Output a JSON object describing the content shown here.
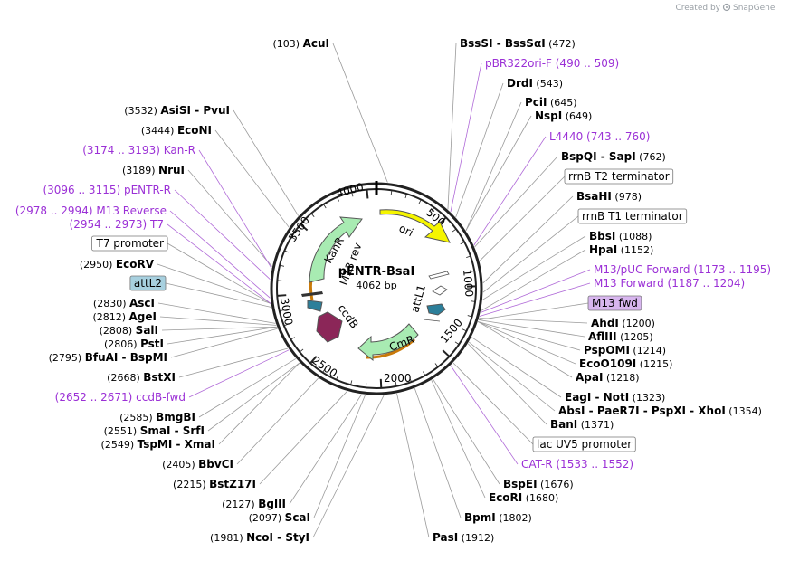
{
  "credit": {
    "text": "Created by",
    "brand": "SnapGene"
  },
  "plasmid": {
    "name": "pENTR-BsaI",
    "size_label": "4062 bp"
  },
  "ticks": [
    "500",
    "1000",
    "1500",
    "2000",
    "2500",
    "3000",
    "3500",
    "4000"
  ],
  "features": [
    {
      "name": "ori",
      "color": "#f5f500"
    },
    {
      "name": "KanR",
      "color": "#a8ebb2"
    },
    {
      "name": "CmR",
      "color": "#a8ebb2"
    },
    {
      "name": "ccdB",
      "color": "#8b2658"
    },
    {
      "name": "attL1",
      "color": "#2c7f9a"
    },
    {
      "name": "attL2",
      "color": "#2c7f9a"
    },
    {
      "name": "M13 rev",
      "color": "#000000"
    }
  ],
  "labels": [
    {
      "name": "AcuI",
      "pos": "(103)"
    },
    {
      "name": "BssSI  - BssSαI",
      "pos": "(472)"
    },
    {
      "name": "pBR322ori-F",
      "pos": "(490 .. 509)"
    },
    {
      "name": "DrdI",
      "pos": "(543)"
    },
    {
      "name": "PciI",
      "pos": "(645)"
    },
    {
      "name": "NspI",
      "pos": "(649)"
    },
    {
      "name": "L4440",
      "pos": "(743 .. 760)"
    },
    {
      "name": "BspQI  - SapI",
      "pos": "(762)"
    },
    {
      "name": "rrnB T2 terminator",
      "pos": ""
    },
    {
      "name": "BsaHI",
      "pos": "(978)"
    },
    {
      "name": "rrnB T1 terminator",
      "pos": ""
    },
    {
      "name": "BbsI",
      "pos": "(1088)"
    },
    {
      "name": "HpaI",
      "pos": "(1152)"
    },
    {
      "name": "M13/pUC Forward",
      "pos": "(1173 .. 1195)"
    },
    {
      "name": "M13 Forward",
      "pos": "(1187 .. 1204)"
    },
    {
      "name": "M13 fwd",
      "pos": ""
    },
    {
      "name": "AhdI",
      "pos": "(1200)"
    },
    {
      "name": "AflIII",
      "pos": "(1205)"
    },
    {
      "name": "PspOMI",
      "pos": "(1214)"
    },
    {
      "name": "EcoO109I",
      "pos": "(1215)"
    },
    {
      "name": "ApaI",
      "pos": "(1218)"
    },
    {
      "name": "EagI  - NotI",
      "pos": "(1323)"
    },
    {
      "name": "AbsI  - PaeR7I  - PspXI  - XhoI",
      "pos": "(1354)"
    },
    {
      "name": "BanI",
      "pos": "(1371)"
    },
    {
      "name": "lac UV5 promoter",
      "pos": ""
    },
    {
      "name": "CAT-R",
      "pos": "(1533 .. 1552)"
    },
    {
      "name": "BspEI",
      "pos": "(1676)"
    },
    {
      "name": "EcoRI",
      "pos": "(1680)"
    },
    {
      "name": "BpmI",
      "pos": "(1802)"
    },
    {
      "name": "PasI",
      "pos": "(1912)"
    },
    {
      "name": "NcoI  - StyI",
      "pos": "(1981)"
    },
    {
      "name": "ScaI",
      "pos": "(2097)"
    },
    {
      "name": "BglII",
      "pos": "(2127)"
    },
    {
      "name": "BstZ17I",
      "pos": "(2215)"
    },
    {
      "name": "BbvCI",
      "pos": "(2405)"
    },
    {
      "name": "TspMI  - XmaI",
      "pos": "(2549)"
    },
    {
      "name": "SmaI  - SrfI",
      "pos": "(2551)"
    },
    {
      "name": "BmgBI",
      "pos": "(2585)"
    },
    {
      "name": "ccdB-fwd",
      "pos": "(2652 .. 2671)"
    },
    {
      "name": "BstXI",
      "pos": "(2668)"
    },
    {
      "name": "BfuAI  - BspMI",
      "pos": "(2795)"
    },
    {
      "name": "PstI",
      "pos": "(2806)"
    },
    {
      "name": "SalI",
      "pos": "(2808)"
    },
    {
      "name": "AgeI",
      "pos": "(2812)"
    },
    {
      "name": "AscI",
      "pos": "(2830)"
    },
    {
      "name": "attL2",
      "pos": ""
    },
    {
      "name": "EcoRV",
      "pos": "(2950)"
    },
    {
      "name": "T7 promoter",
      "pos": ""
    },
    {
      "name": "T7",
      "pos": "(2954 .. 2973)"
    },
    {
      "name": "M13 Reverse",
      "pos": "(2978 .. 2994)"
    },
    {
      "name": "pENTR-R",
      "pos": "(3096 .. 3115)"
    },
    {
      "name": "NruI",
      "pos": "(3189)"
    },
    {
      "name": "Kan-R",
      "pos": "(3174 .. 3193)"
    },
    {
      "name": "EcoNI",
      "pos": "(3444)"
    },
    {
      "name": "AsiSI  - PvuI",
      "pos": "(3532)"
    }
  ]
}
